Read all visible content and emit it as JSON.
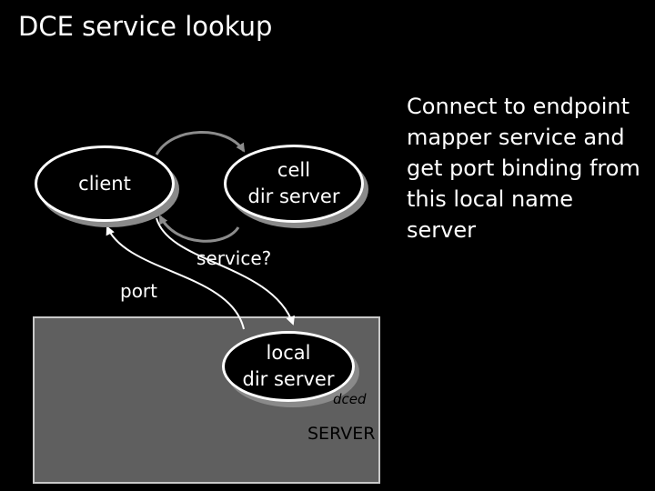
{
  "title": "DCE service lookup",
  "nodes": {
    "client": "client",
    "cell_dir_server": {
      "line1": "cell",
      "line2": "dir server"
    },
    "local_dir_server": {
      "line1": "local",
      "line2": "dir server"
    }
  },
  "labels": {
    "service": "service?",
    "port": "port",
    "dced": "dced",
    "server": "SERVER"
  },
  "description": "Connect to endpoint mapper service and get port binding from this local name server"
}
